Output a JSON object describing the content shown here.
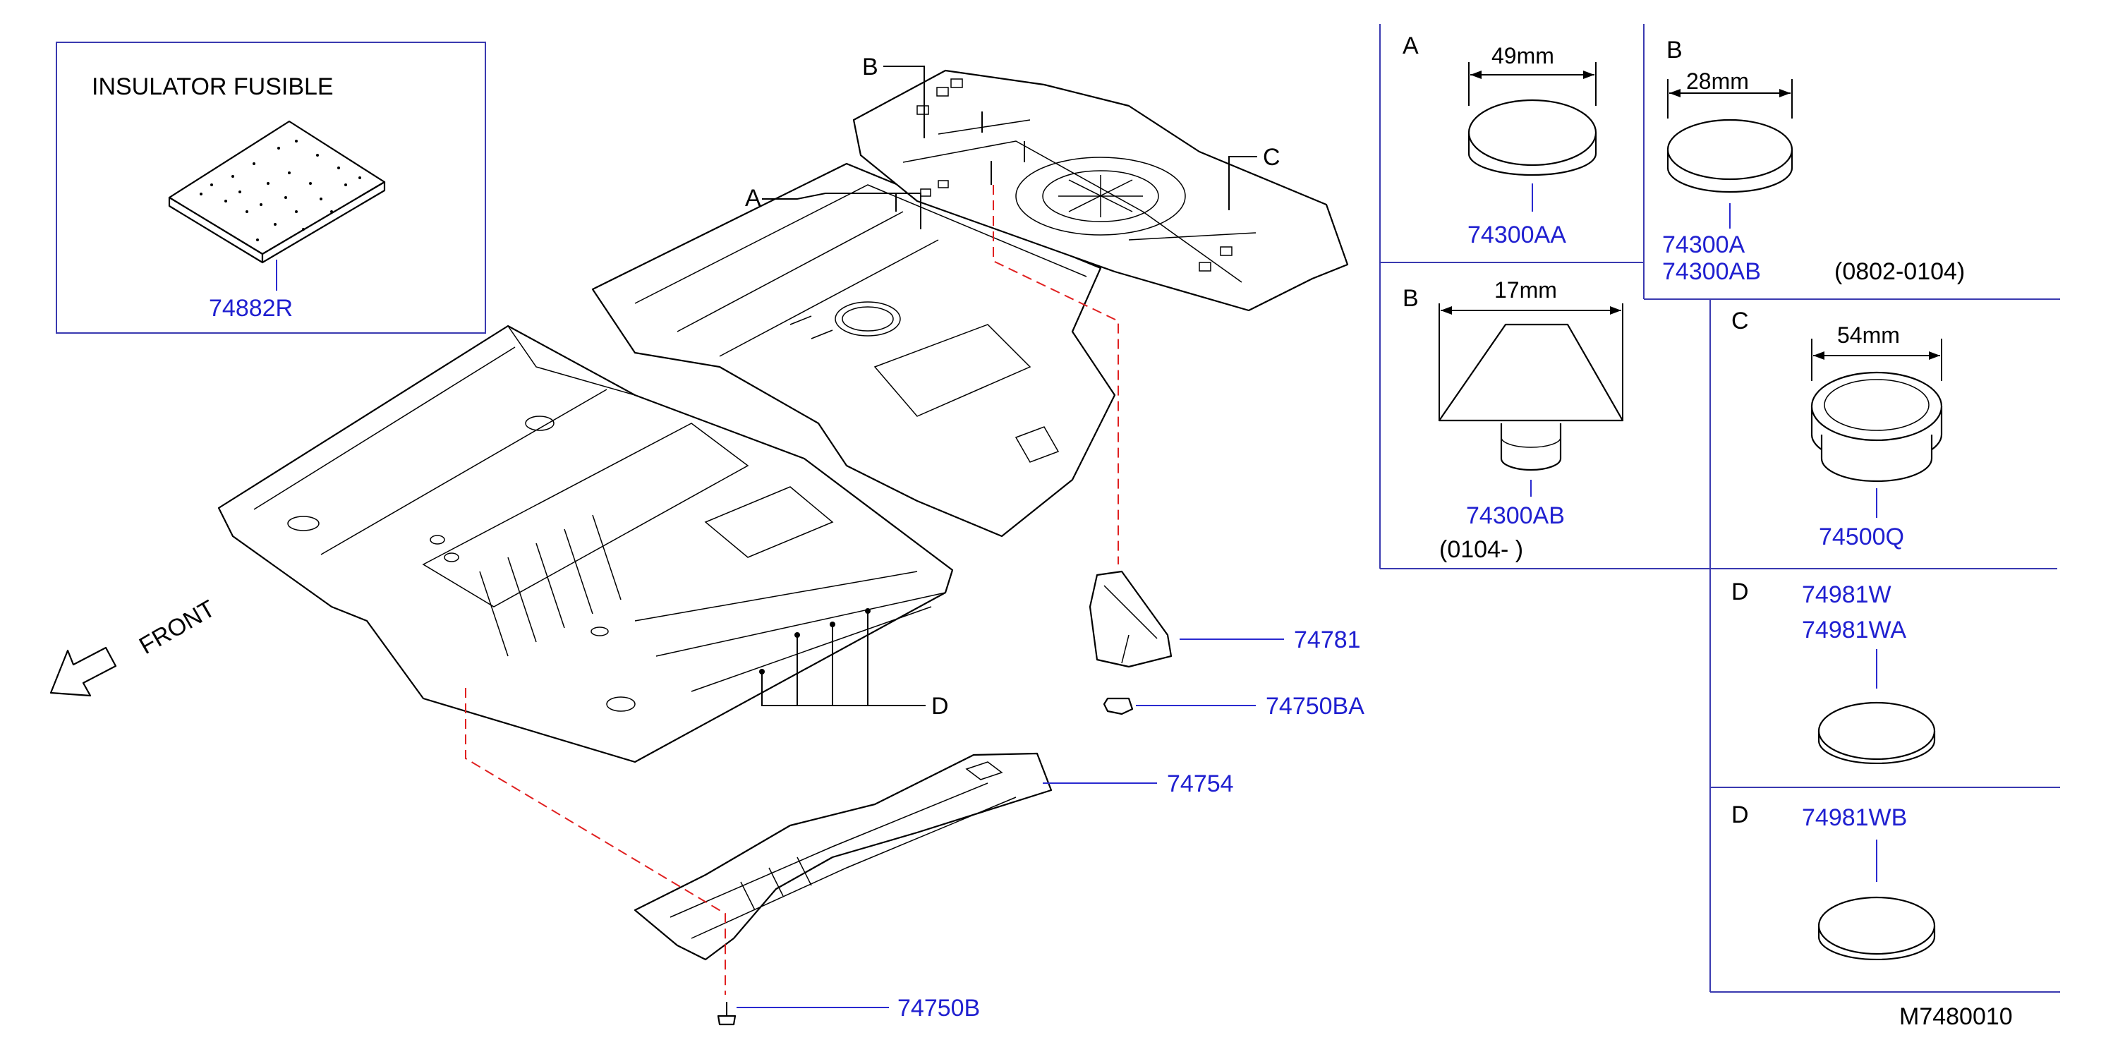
{
  "inset": {
    "title": "INSULATOR  FUSIBLE",
    "part": "74882R"
  },
  "callouts": {
    "a": "A",
    "b": "B",
    "c": "C",
    "d": "D"
  },
  "parts": {
    "p74781": "74781",
    "p74750BA": "74750BA",
    "p74754": "74754",
    "p74750B": "74750B"
  },
  "front_label": "FRONT",
  "details": {
    "a": {
      "letter": "A",
      "dim": "49mm",
      "part": "74300AA"
    },
    "b1": {
      "letter": "B",
      "dim": "28mm",
      "part1": "74300A",
      "part2": "74300AB",
      "note": "(0802-0104)"
    },
    "b2": {
      "letter": "B",
      "dim": "17mm",
      "part": "74300AB",
      "note": "(0104-    )"
    },
    "c": {
      "letter": "C",
      "dim": "54mm",
      "part": "74500Q"
    },
    "d1": {
      "letter": "D",
      "part1": "74981W",
      "part2": "74981WA"
    },
    "d2": {
      "letter": "D",
      "part": "74981WB"
    }
  },
  "diagram_code": "M7480010",
  "colors": {
    "part_number": "#2020d0",
    "guide_line": "#e02020",
    "frame": "#3a3ab0"
  }
}
